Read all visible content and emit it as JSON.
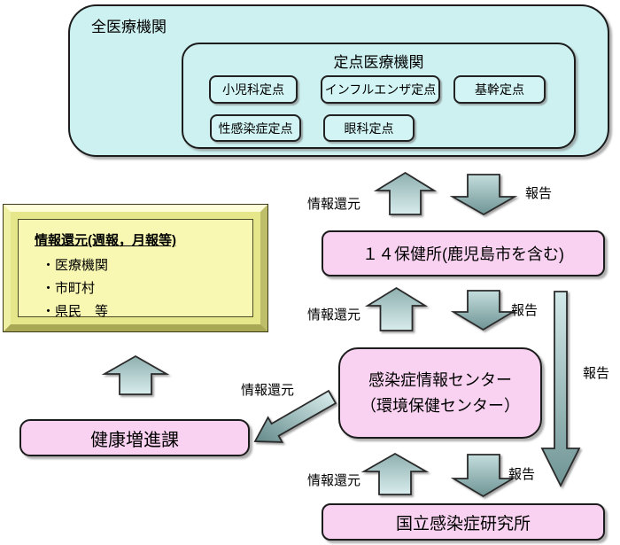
{
  "colors": {
    "box_cyan": "#cdf1f1",
    "box_pink": "#f9d2f1",
    "box_yellow": "#f8f8b2",
    "arrow_light": "#d8ecec",
    "arrow_dark": "#6f9494",
    "border": "#1c1c1c"
  },
  "all_medical": {
    "title": "全医療機関"
  },
  "sentinel": {
    "title": "定点医療機関",
    "items": [
      "小児科定点",
      "インフルエンザ定点",
      "基幹定点",
      "性感染症定点",
      "眼科定点"
    ]
  },
  "feedback_box": {
    "title": "情報還元(週報，月報等)",
    "items": [
      "・医療機関",
      "・市町村",
      "・県民　等"
    ]
  },
  "nodes": {
    "health_centers": "１４保健所(鹿児島市を含む)",
    "info_center": {
      "line1": "感染症情報センター",
      "line2": "（環境保健センター）"
    },
    "health_promotion": "健康増進課",
    "national_institute": "国立感染症研究所"
  },
  "labels": {
    "feedback": "情報還元",
    "report": "報告"
  }
}
